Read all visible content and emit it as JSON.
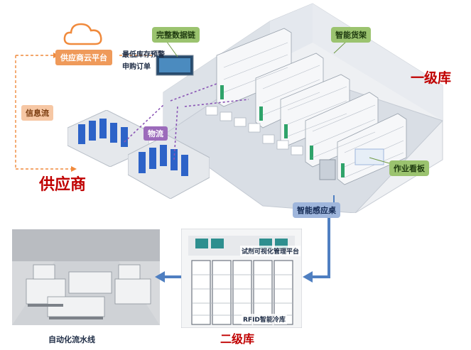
{
  "labels": {
    "integrity_chain": "完整数据链",
    "smart_shelf": "智能货架",
    "level1": "一级库",
    "work_board": "作业看板",
    "smart_desk": "智能感应桌",
    "supplier_cloud": "供应商云平台",
    "min_stock_alert": "最低库存预警",
    "purchase_order": "申购订单",
    "info_flow": "信息流",
    "logistics": "物流",
    "supplier": "供应商",
    "visual_platform": "试剂可视化管理平台",
    "rfid_cold": "RFID智能冷库",
    "level2": "二级库",
    "automation_line": "自动化流水线"
  },
  "colors": {
    "level_red": "#c00000",
    "supplier_red": "#c00000",
    "orange_flow": "#f08a3c",
    "purple_flow": "#8a55b5",
    "blue_arrow": "#4f7fc1",
    "green_callout": "#9bc36f",
    "blue_callout": "#9fb6dc"
  },
  "icons": {
    "cloud": "cloud-icon",
    "arrow_down": "arrow-down-icon",
    "arrow_left": "arrow-left-icon"
  }
}
